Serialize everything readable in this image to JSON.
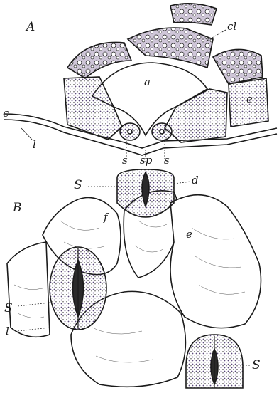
{
  "figure": {
    "panel_a": "A",
    "panel_b": "B"
  },
  "labels": {
    "a": "a",
    "cl": "cl",
    "c": "c",
    "e_top": "e",
    "l_top": "l",
    "s_left": "s",
    "sp": "sp",
    "s_right": "s",
    "S_top": "S",
    "d": "d",
    "f": "f",
    "e_b": "e",
    "S_left": "S",
    "l_b": "l",
    "S_bottom": "S"
  },
  "colors": {
    "ink": "#1a1a1a",
    "wall": "#ffffff",
    "granule": "#6a5a8a",
    "stomata_fill": "#2a2a2a"
  }
}
